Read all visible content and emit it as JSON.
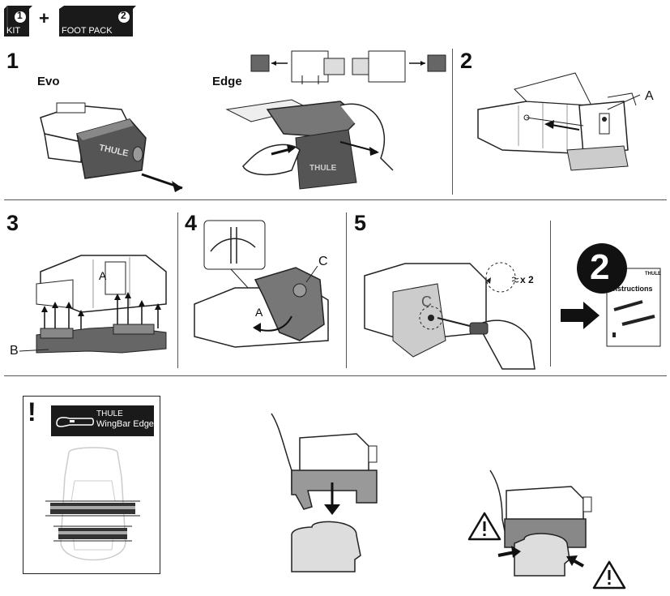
{
  "header": {
    "kit_number": "1",
    "kit_label": "KIT",
    "plus": "+",
    "footpack_number": "2",
    "footpack_label": "FOOT PACK"
  },
  "steps": {
    "s1": "1",
    "s2": "2",
    "s3": "3",
    "s4": "4",
    "s5": "5"
  },
  "labels": {
    "evo": "Evo",
    "edge": "Edge",
    "a": "A",
    "b": "B",
    "c": "C",
    "x2": "x 2",
    "thule_block_1": "THULE",
    "thule_block_2": "THULE"
  },
  "next_doc": {
    "number": "2",
    "title": "Instructions",
    "brand": "THULE"
  },
  "warning_box": {
    "exclaim": "!",
    "brand": "THULE",
    "product": "WingBar Edge"
  },
  "colors": {
    "dark": "#1a1a1a",
    "grey_pad": "#8a8a8a",
    "light_grey": "#d6d6d6",
    "mid_grey": "#bdbdbd"
  },
  "icons": [
    "kit-badge-icon",
    "footpack-badge-icon",
    "arrow-icon",
    "warning-triangle-icon",
    "bar-logo-icon"
  ]
}
